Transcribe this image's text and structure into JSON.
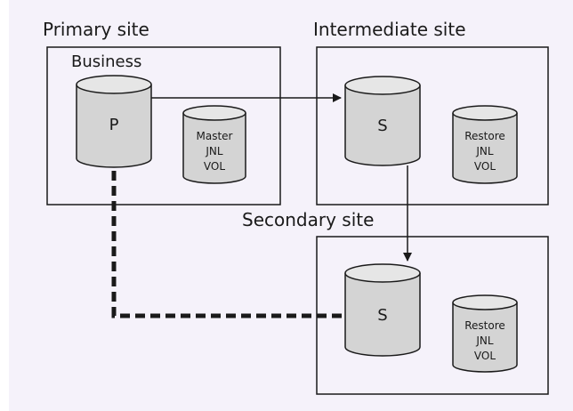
{
  "colors": {
    "panel_bg": "#f5f2fa",
    "box_stroke": "#1a1a1a",
    "cylinder_fill": "#d4d4d4",
    "cylinder_top": "#e6e6e6",
    "arrow": "#1a1a1a"
  },
  "sites": {
    "primary": {
      "label": "Primary site",
      "sublabel": "Business"
    },
    "intermediate": {
      "label": "Intermediate site"
    },
    "secondary": {
      "label": "Secondary site"
    }
  },
  "volumes": {
    "primary_main": {
      "label": "P"
    },
    "primary_journal": {
      "lines": [
        "Master",
        "JNL",
        "VOL"
      ]
    },
    "intermediate_main": {
      "label": "S"
    },
    "intermediate_journal": {
      "lines": [
        "Restore",
        "JNL",
        "VOL"
      ]
    },
    "secondary_main": {
      "label": "S"
    },
    "secondary_journal": {
      "lines": [
        "Restore",
        "JNL",
        "VOL"
      ]
    }
  },
  "links": [
    {
      "from": "primary_main",
      "to": "intermediate_main",
      "style": "solid-arrow"
    },
    {
      "from": "intermediate_main",
      "to": "secondary_main",
      "style": "solid-arrow"
    },
    {
      "from": "primary_main",
      "to": "secondary_main",
      "style": "dashed"
    }
  ]
}
